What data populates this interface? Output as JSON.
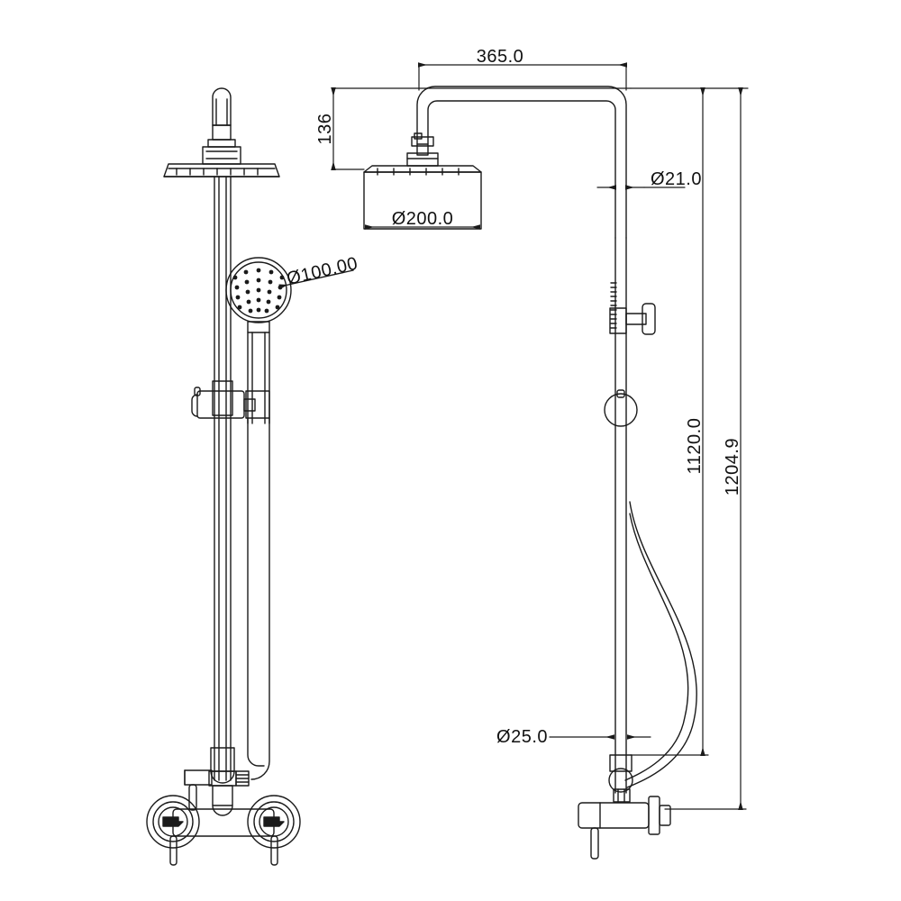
{
  "drawing": {
    "title": "Shower Column Technical Drawing",
    "type": "engineering-dimension-drawing",
    "units": "mm",
    "background_color": "#ffffff",
    "line_color": "#1a1a1a",
    "views": [
      {
        "name": "front-elevation",
        "position": "left"
      },
      {
        "name": "side-elevation",
        "position": "right"
      }
    ],
    "components": [
      "overhead-rain-shower-head",
      "gooseneck-shower-arm",
      "round-hand-shower",
      "slide-rail-bracket",
      "riser-rail",
      "flexible-hose",
      "wall-mounted-mixer-valve",
      "lever-handles",
      "diverter"
    ]
  },
  "dimensions": {
    "arm_reach": {
      "label": "365.0",
      "value": 365.0,
      "orientation": "horizontal",
      "location": "top"
    },
    "arm_drop": {
      "label": "136",
      "value": 136,
      "orientation": "vertical",
      "location": "upper-left-of-side-view"
    },
    "head_diameter": {
      "label": "Ø200.0",
      "value": 200.0,
      "orientation": "horizontal",
      "location": "under-shower-head"
    },
    "hand_shower_diameter": {
      "label": "Ø100.00",
      "value": 100.0,
      "orientation": "leader",
      "location": "hand-shower"
    },
    "riser_diameter": {
      "label": "Ø21.0",
      "value": 21.0,
      "orientation": "horizontal",
      "location": "upper-right"
    },
    "lower_pipe_diameter": {
      "label": "Ø25.0",
      "value": 25.0,
      "orientation": "horizontal",
      "location": "lower-left-of-side-view"
    },
    "height_to_valve": {
      "label": "1120.0",
      "value": 1120.0,
      "orientation": "vertical",
      "location": "right"
    },
    "overall_height": {
      "label": "1204.9",
      "value": 1204.9,
      "orientation": "vertical",
      "location": "far-right"
    }
  }
}
